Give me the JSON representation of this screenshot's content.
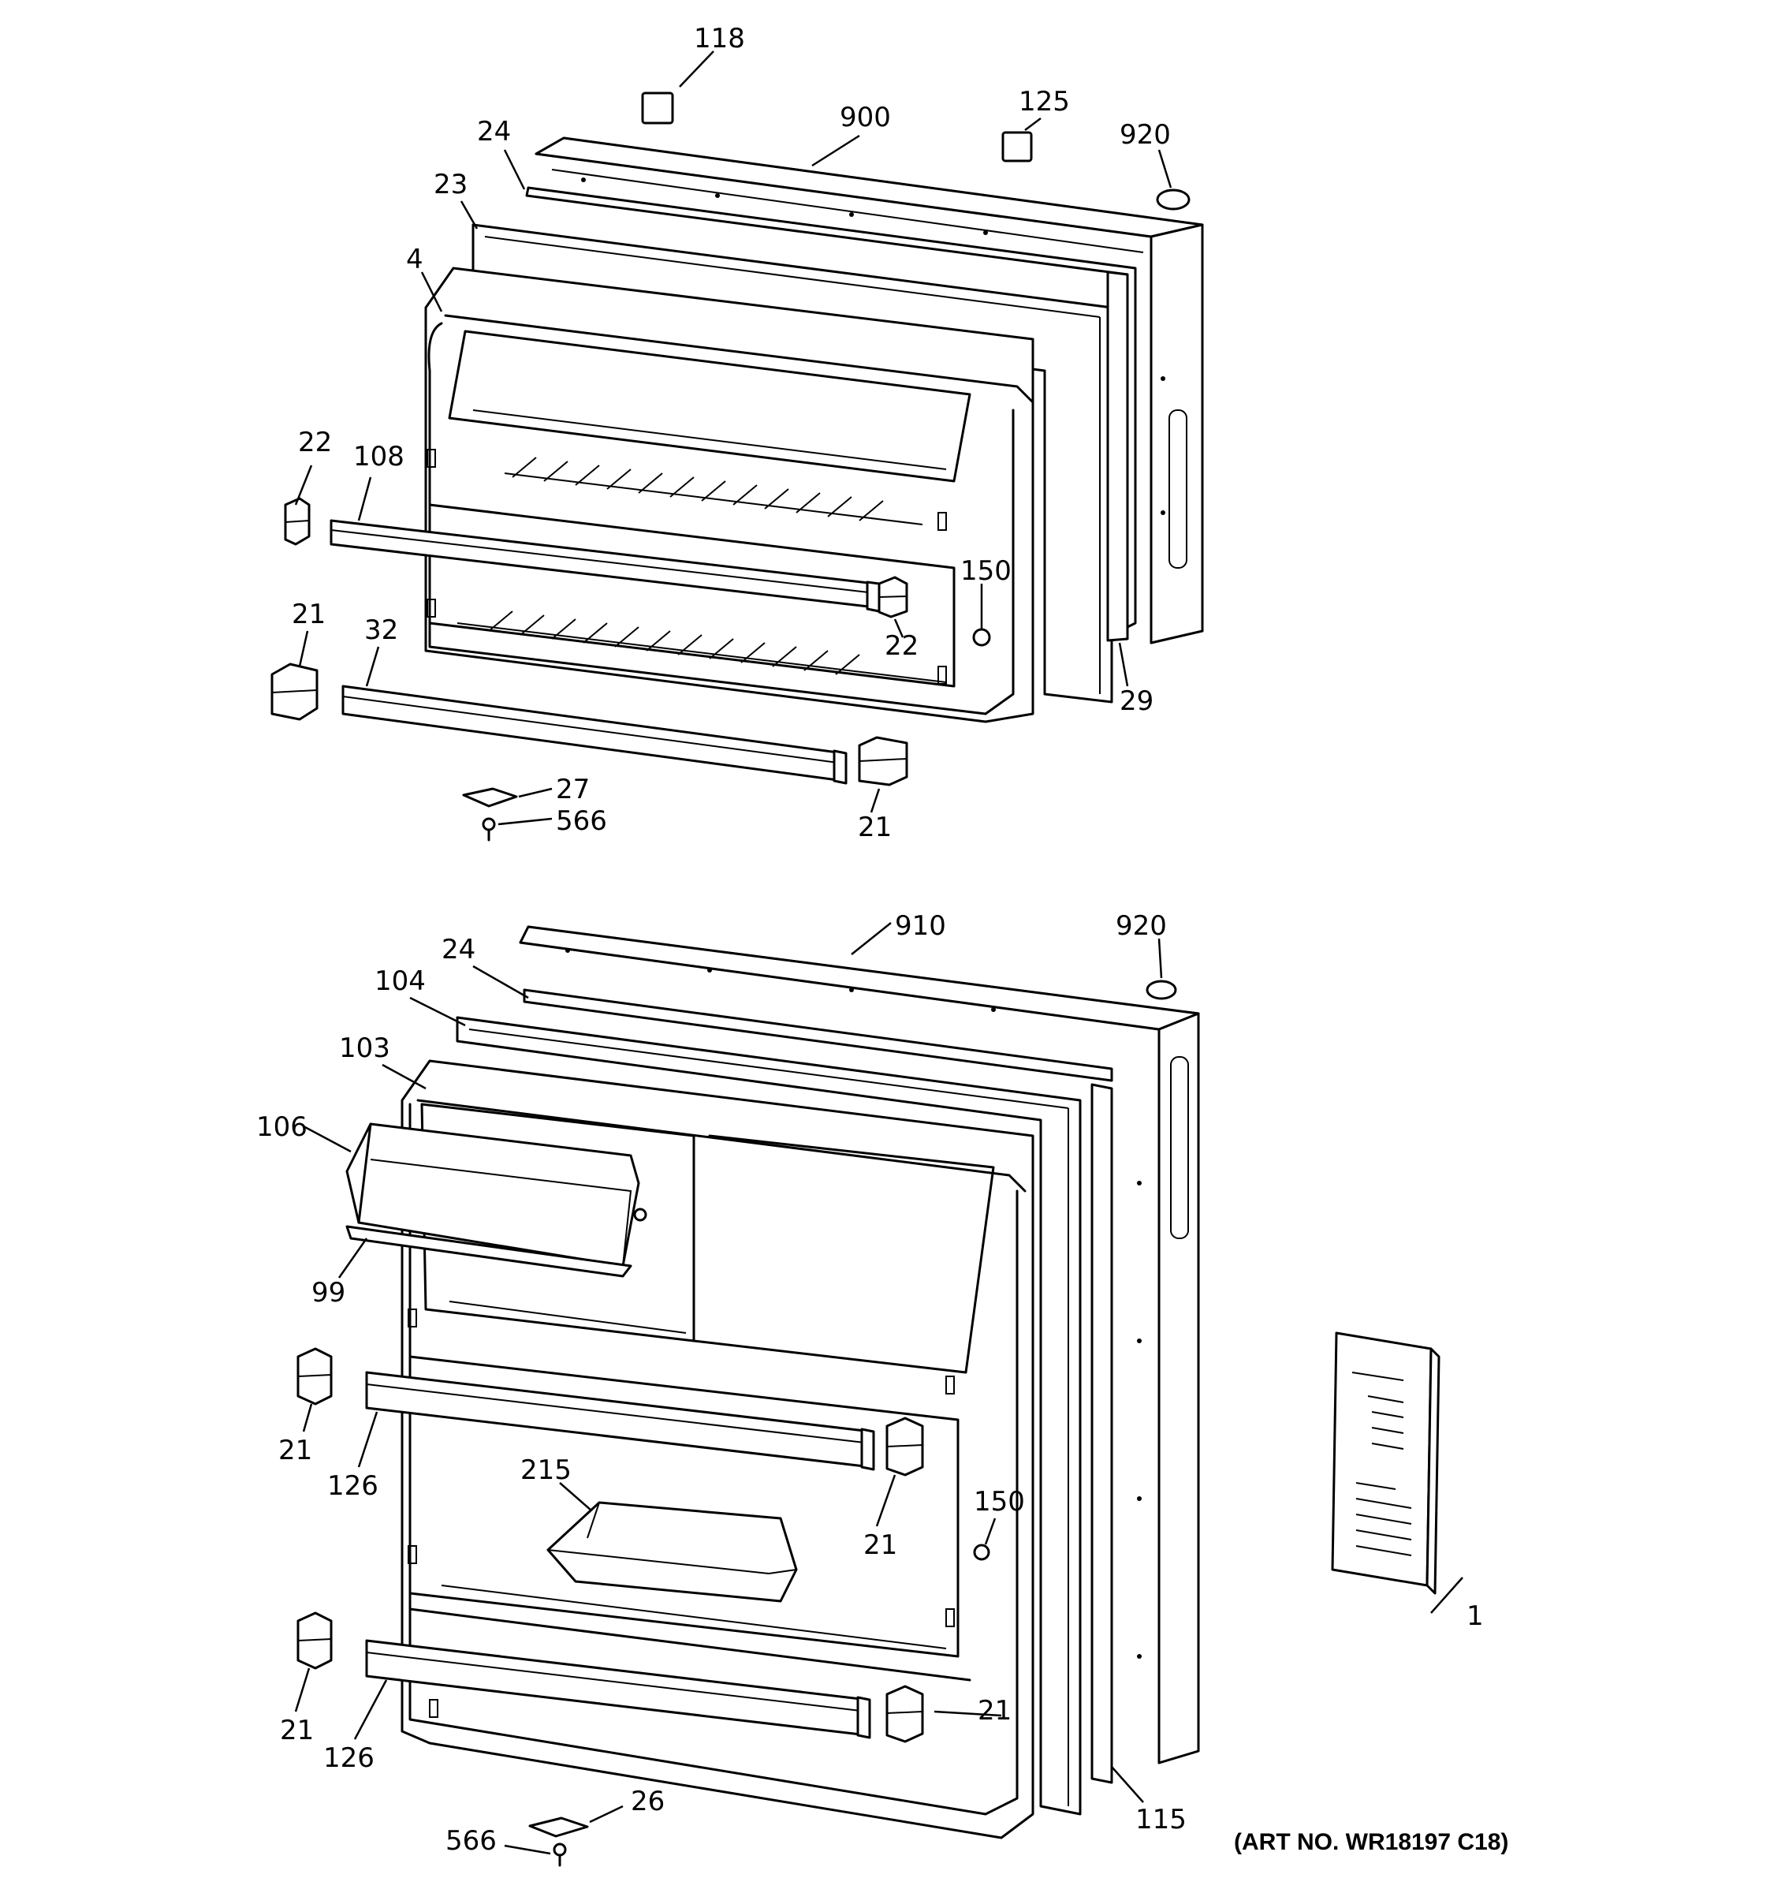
{
  "callouts": {
    "c118": "118",
    "c900": "900",
    "c125": "125",
    "c920a": "920",
    "c24a": "24",
    "c23": "23",
    "c4": "4",
    "c22a": "22",
    "c108": "108",
    "c150a": "150",
    "c22b": "22",
    "c21a": "21",
    "c32": "32",
    "c29": "29",
    "c27": "27",
    "c566a": "566",
    "c21b": "21",
    "c910": "910",
    "c920b": "920",
    "c24b": "24",
    "c104": "104",
    "c103": "103",
    "c106": "106",
    "c99": "99",
    "c21c": "21",
    "c126a": "126",
    "c215": "215",
    "c150b": "150",
    "c21d": "21",
    "c1": "1",
    "c21e": "21",
    "c126b": "126",
    "c21f": "21",
    "c26": "26",
    "c566b": "566",
    "c115": "115"
  },
  "art_number": "(ART NO. WR18197 C18)"
}
